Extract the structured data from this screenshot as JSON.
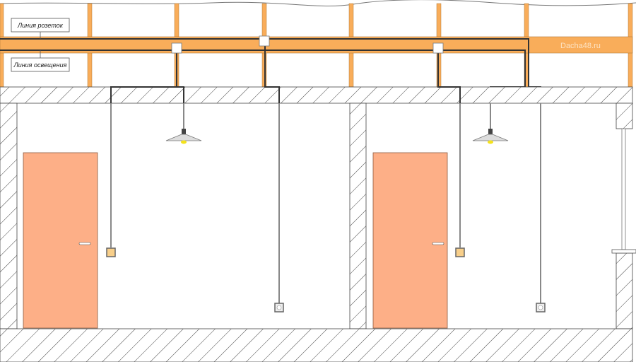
{
  "labels": {
    "socket_line": "Линия розеток",
    "lighting_line": "Линия освещения"
  },
  "watermark": "Dacha48.ru",
  "colors": {
    "timber": "#f9ad5a",
    "door": "#fdaf87",
    "wire": "#333333",
    "drop_wire": "#888888",
    "switch": "#f8cf8a",
    "lamp_bulb": "#f4e21c"
  }
}
